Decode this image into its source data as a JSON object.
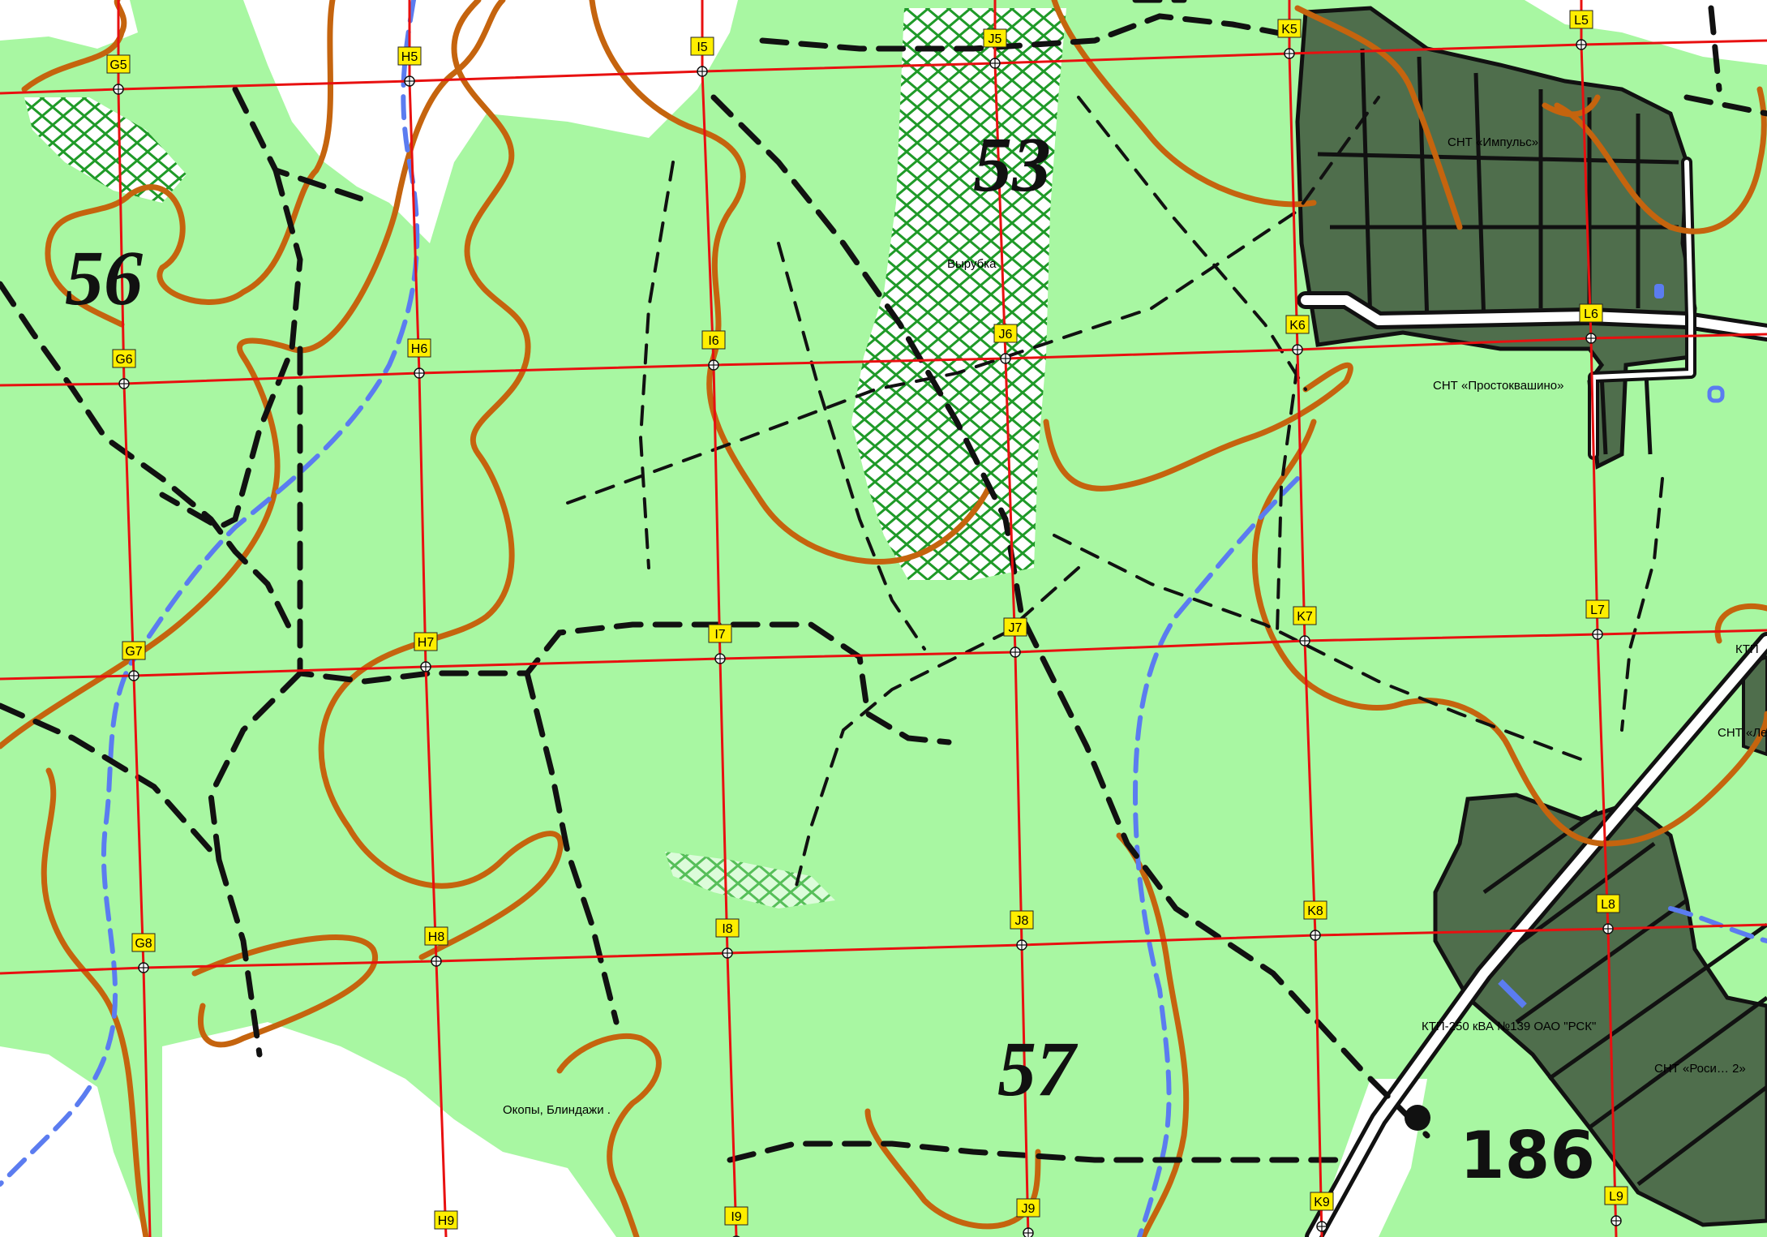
{
  "map": {
    "colors": {
      "background": "#ffffff",
      "forest": "#a8f7a2",
      "settlement": "#4f6e4c",
      "contour": "#c5640e",
      "grid": "#e81010",
      "stream": "#5b7cf0",
      "clearcut": "#1f9a28",
      "label_box": "#ffee00"
    },
    "grid_points": [
      {
        "label": "G5",
        "col": 0,
        "row": 0
      },
      {
        "label": "H5",
        "col": 1,
        "row": 0
      },
      {
        "label": "I5",
        "col": 2,
        "row": 0
      },
      {
        "label": "J5",
        "col": 3,
        "row": 0
      },
      {
        "label": "K5",
        "col": 4,
        "row": 0
      },
      {
        "label": "L5",
        "col": 5,
        "row": 0
      },
      {
        "label": "G6",
        "col": 0,
        "row": 1
      },
      {
        "label": "H6",
        "col": 1,
        "row": 1
      },
      {
        "label": "I6",
        "col": 2,
        "row": 1
      },
      {
        "label": "J6",
        "col": 3,
        "row": 1
      },
      {
        "label": "K6",
        "col": 4,
        "row": 1
      },
      {
        "label": "L6",
        "col": 5,
        "row": 1
      },
      {
        "label": "G7",
        "col": 0,
        "row": 2
      },
      {
        "label": "H7",
        "col": 1,
        "row": 2
      },
      {
        "label": "I7",
        "col": 2,
        "row": 2
      },
      {
        "label": "J7",
        "col": 3,
        "row": 2
      },
      {
        "label": "K7",
        "col": 4,
        "row": 2
      },
      {
        "label": "L7",
        "col": 5,
        "row": 2
      },
      {
        "label": "G8",
        "col": 0,
        "row": 3
      },
      {
        "label": "H8",
        "col": 1,
        "row": 3
      },
      {
        "label": "I8",
        "col": 2,
        "row": 3
      },
      {
        "label": "J8",
        "col": 3,
        "row": 3
      },
      {
        "label": "K8",
        "col": 4,
        "row": 3
      },
      {
        "label": "L8",
        "col": 5,
        "row": 3
      },
      {
        "label": "H9",
        "col": 1,
        "row": 4
      },
      {
        "label": "I9",
        "col": 2,
        "row": 4
      },
      {
        "label": "J9",
        "col": 3,
        "row": 4
      },
      {
        "label": "K9",
        "col": 4,
        "row": 4
      },
      {
        "label": "L9",
        "col": 5,
        "row": 4
      }
    ],
    "block_numbers": {
      "b56": "56",
      "b53": "53",
      "b57": "57",
      "b186": "186"
    },
    "place_labels": {
      "impuls": "СНТ «Импульс»",
      "prostokvashino": "СНТ «Простоквашино»",
      "vyrubka": "Вырубка",
      "okopy": "Окопы, Блиндажи .",
      "ktp250": "КТП-250 кВА №139 ОАО \"РСК\"",
      "snt_rosinka": "СНТ «Роси… 2»",
      "ktp_edge": "КТП",
      "snt_edge": "СНТ «Ле"
    }
  }
}
